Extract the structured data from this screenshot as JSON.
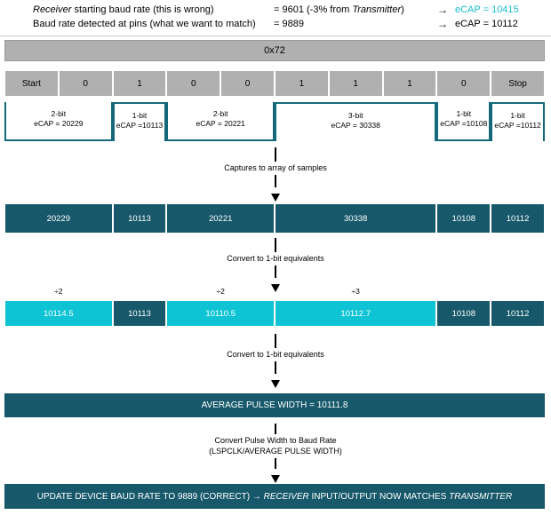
{
  "header": {
    "rows": [
      {
        "description": "Receiver starting baud rate (this is wrong)",
        "description_italic_lead": "Receiver",
        "description_rest": " starting baud rate (this is wrong)",
        "value_prefix": "= 9601 (-3% from ",
        "value_italic": "Transmitter",
        "value_suffix": ")",
        "arrow": "→",
        "ecap": "eCAP = 10415",
        "ecap_color": "#17BECF"
      },
      {
        "description": "Baud rate detected at pins (what we want to match)",
        "value": "= 9889",
        "arrow": "→",
        "ecap": "eCAP = 10112",
        "ecap_color": "#000000"
      }
    ]
  },
  "byte_bar": {
    "label": "0x72"
  },
  "bit_frame": {
    "cells": [
      {
        "label": "Start",
        "span": 1
      },
      {
        "label": "0",
        "span": 1
      },
      {
        "label": "1",
        "span": 1
      },
      {
        "label": "0",
        "span": 1
      },
      {
        "label": "0",
        "span": 1
      },
      {
        "label": "1",
        "span": 1
      },
      {
        "label": "1",
        "span": 1
      },
      {
        "label": "1",
        "span": 1
      },
      {
        "label": "0",
        "span": 1
      },
      {
        "label": "Stop",
        "span": 1
      }
    ]
  },
  "waveform": {
    "segments": [
      {
        "level": "low",
        "bits": "2-bit",
        "ecap": "eCAP = 20229",
        "span": 2
      },
      {
        "level": "high",
        "bits": "1-bit",
        "ecap": "eCAP =10113",
        "span": 1
      },
      {
        "level": "low",
        "bits": "2-bit",
        "ecap": "eCAP = 20221",
        "span": 2
      },
      {
        "level": "high",
        "bits": "3-bit",
        "ecap": "eCAP = 30338",
        "span": 3
      },
      {
        "level": "low",
        "bits": "1-bit",
        "ecap": "eCAP =10108",
        "span": 1
      },
      {
        "level": "high",
        "bits": "1-bit",
        "ecap": "eCAP =10112",
        "span": 1
      }
    ]
  },
  "flow1": {
    "caption": "Captures to array of samples"
  },
  "samples_row": {
    "cells": [
      {
        "value": "20229",
        "span": 2,
        "style": "teal"
      },
      {
        "value": "10113",
        "span": 1,
        "style": "teal"
      },
      {
        "value": "20221",
        "span": 2,
        "style": "teal"
      },
      {
        "value": "30338",
        "span": 3,
        "style": "teal"
      },
      {
        "value": "10108",
        "span": 1,
        "style": "teal"
      },
      {
        "value": "10112",
        "span": 1,
        "style": "teal"
      }
    ]
  },
  "flow2": {
    "caption": "Convert to 1-bit equivalents"
  },
  "normalized_row": {
    "divisor_labels": [
      {
        "text": "÷2",
        "span": 2
      },
      {
        "text": "",
        "span": 1
      },
      {
        "text": "÷2",
        "span": 2
      },
      {
        "text": "÷3",
        "span": 3
      },
      {
        "text": "",
        "span": 1
      },
      {
        "text": "",
        "span": 1
      }
    ],
    "cells": [
      {
        "value": "10114.5",
        "span": 2,
        "style": "aqua"
      },
      {
        "value": "10113",
        "span": 1,
        "style": "teal"
      },
      {
        "value": "10110.5",
        "span": 2,
        "style": "aqua"
      },
      {
        "value": "10112.7",
        "span": 3,
        "style": "aqua"
      },
      {
        "value": "10108",
        "span": 1,
        "style": "teal"
      },
      {
        "value": "10112",
        "span": 1,
        "style": "teal"
      }
    ]
  },
  "flow3": {
    "caption": "Convert to 1-bit equivalents"
  },
  "average_bar": {
    "label": "AVERAGE PULSE WIDTH = 10111.8"
  },
  "flow4": {
    "caption_line1": "Convert Pulse Width to Baud Rate",
    "caption_line2": "(LSPCLK/AVERAGE PULSE WIDTH)"
  },
  "result_bar": {
    "part1": "UPDATE DEVICE BAUD RATE TO 9889 (CORRECT) → ",
    "italic1": "RECEIVER",
    "part2": " INPUT/OUTPUT NOW MATCHES ",
    "italic2": "TRANSMITTER"
  },
  "colors": {
    "teal": "#17596b",
    "aqua": "#0ec4d4",
    "gray": "#b0b0b0",
    "cyan_text": "#17BECF",
    "wave_stroke": "#15687a"
  }
}
